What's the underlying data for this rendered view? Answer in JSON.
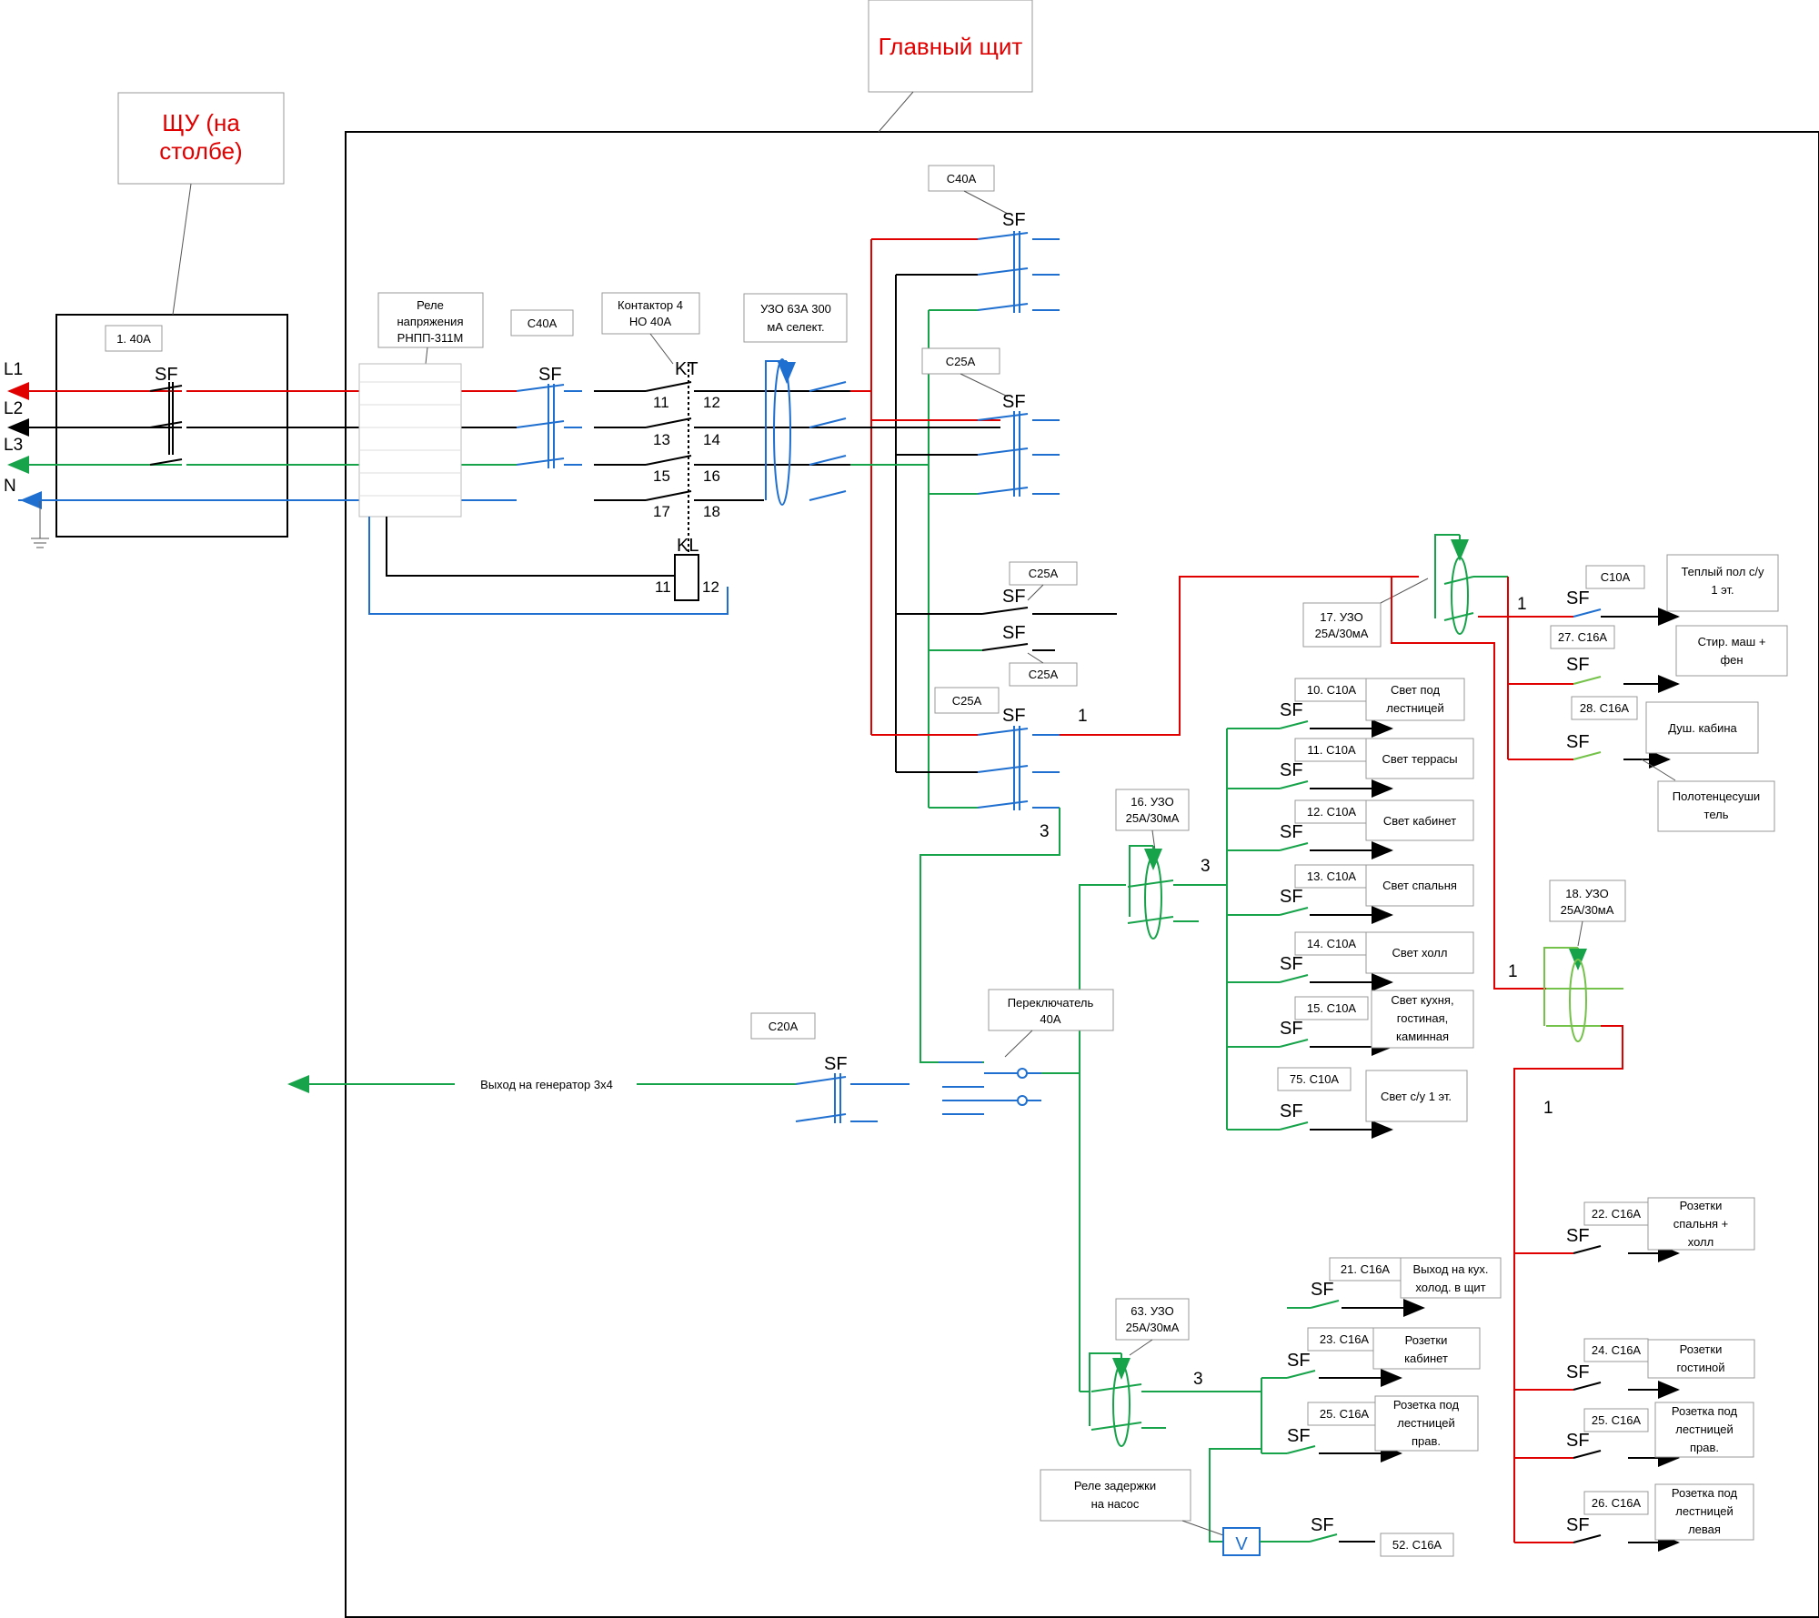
{
  "titles": {
    "main_panel": "Главный щит",
    "pole_panel": "ЩУ (на\nстолбе)"
  },
  "lines": {
    "l1": "L1",
    "l2": "L2",
    "l3": "L3",
    "n": "N"
  },
  "sf": "SF",
  "kt": "KT",
  "kl": "KL",
  "terminals": {
    "t11": "11",
    "t12": "12",
    "t13": "13",
    "t14": "14",
    "t15": "15",
    "t16": "16",
    "t17": "17",
    "t18": "18",
    "k11": "11",
    "k12": "12"
  },
  "phase_marks": {
    "p1a": "1",
    "p3a": "3",
    "p3b": "3",
    "p1b": "1",
    "p1c": "1",
    "p1d": "1",
    "p3c": "3"
  },
  "generator_output": "Выход на генератор 3х4",
  "labels": {
    "b1_40a": "1. 40A",
    "relay": "Реле\nнапряжения\nРНПП-311М",
    "c40a_in": "C40A",
    "contactor": "Контактор 4\nНО 40А",
    "rcd_main": "УЗО 63А 300\nмА селект.",
    "c40a_top": "C40A",
    "c25a_1": "C25A",
    "c25a_2": "C25A",
    "c25a_3": "C25A",
    "c25a_4": "C25A",
    "rcd17": "17. УЗО\n25А/30мА",
    "c10a_floor": "C10A",
    "floor_heat": "Теплый пол с/у\n1 эт.",
    "b27": "27. C16A",
    "washer": "Стир. маш +\nфен",
    "b28": "28. C16A",
    "shower": "Душ. кабина",
    "towel": "Полотенцесуши\nтель",
    "rcd16": "16. УЗО\n25А/30мА",
    "b10": "10. C10A",
    "l10": "Свет под\nлестницей",
    "b11": "11. C10A",
    "l11": "Свет террасы",
    "b12": "12. C10A",
    "l12": "Свет кабинет",
    "b13": "13. C10A",
    "l13": "Свет спальня",
    "b14": "14. C10A",
    "l14": "Свет холл",
    "b15": "15. C10A",
    "l15": "Свет кухня,\nгостиная,\nкаминная",
    "b75": "75. C10A",
    "l75": "Свет с/у 1 эт.",
    "rcd18": "18. УЗО\n25А/30мА",
    "switch": "Переключатель\n40А",
    "c20a": "C20A",
    "b21": "21. C16A",
    "l21": "Выход на кух.\nхолод. в щит",
    "rcd63": "63. УЗО\n25А/30мА",
    "b23": "23. C16A",
    "l23": "Розетки\nкабинет",
    "b25a": "25. C16A",
    "l25a": "Розетка под\nлестницей\nправ.",
    "delay": "Реле задержки\nна насос",
    "b52": "52. C16A",
    "b22": "22. C16A",
    "l22": "Розетки\nспальня +\nхолл",
    "b24": "24. C16A",
    "l24": "Розетки\nгостиной",
    "b25b": "25. C16A",
    "l25b": "Розетка под\nлестницей\nправ.",
    "b26": "26. C16A",
    "l26": "Розетка под\nлестницей\nлевая"
  }
}
